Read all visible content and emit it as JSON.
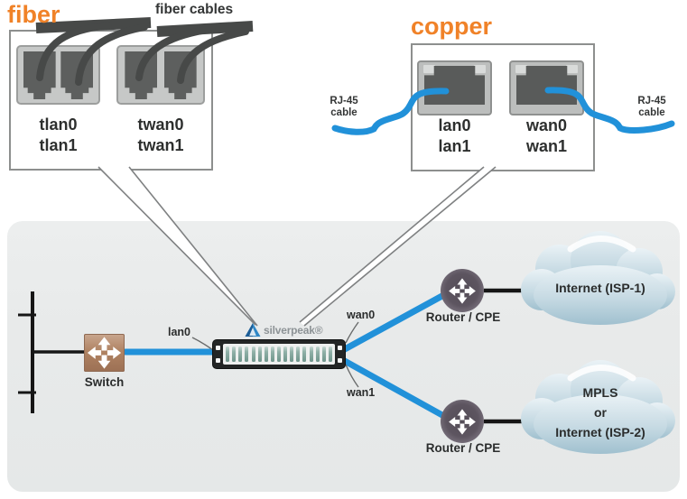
{
  "fiber_section": {
    "title": "fiber",
    "cables_label": "fiber cables",
    "port_groups": [
      {
        "line1": "tlan0",
        "line2": "tlan1"
      },
      {
        "line1": "twan0",
        "line2": "twan1"
      }
    ]
  },
  "copper_section": {
    "title": "copper",
    "rj45_left": {
      "line1": "RJ-45",
      "line2": "cable"
    },
    "rj45_right": {
      "line1": "RJ-45",
      "line2": "cable"
    },
    "port_groups": [
      {
        "line1": "lan0",
        "line2": "lan1"
      },
      {
        "line1": "wan0",
        "line2": "wan1"
      }
    ]
  },
  "diagram": {
    "switch_label": "Switch",
    "lan0_label": "lan0",
    "wan0_label": "wan0",
    "wan1_label": "wan1",
    "brand": "silverpeak®",
    "routers": [
      {
        "label": "Router / CPE"
      },
      {
        "label": "Router / CPE"
      }
    ],
    "cloud_top": {
      "line1": "Internet (ISP-1)"
    },
    "cloud_bottom": {
      "line1": "MPLS",
      "line2": "or",
      "line3": "Internet (ISP-2)"
    }
  },
  "colors": {
    "accent_orange": "#f08228",
    "cable_blue": "#2191d9",
    "fiber_cable_dark": "#474948",
    "dark_text": "#343636",
    "panel_gray": "#e9ebea",
    "callout_line": "#7f8182",
    "cloud_blue": "#a4c3d1",
    "switch_brown": "#b08363",
    "router_purple": "#5d5560",
    "logo_blue": "#2f87c6"
  }
}
